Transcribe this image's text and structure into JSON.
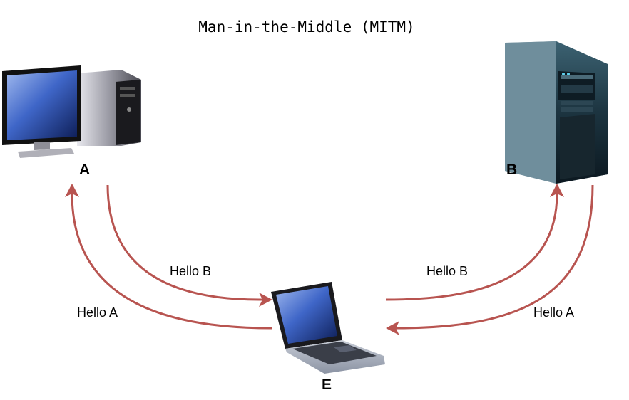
{
  "title": "Man-in-the-Middle (MITM)",
  "nodes": {
    "a": {
      "label": "A",
      "icon": "desktop-computer-icon"
    },
    "b": {
      "label": "B",
      "icon": "server-tower-icon"
    },
    "e": {
      "label": "E",
      "icon": "laptop-icon"
    }
  },
  "edges": {
    "a_to_e": "Hello B",
    "e_to_a": "Hello A",
    "e_to_b": "Hello B",
    "b_to_e": "Hello A"
  },
  "colors": {
    "arrow": "#b85450"
  }
}
